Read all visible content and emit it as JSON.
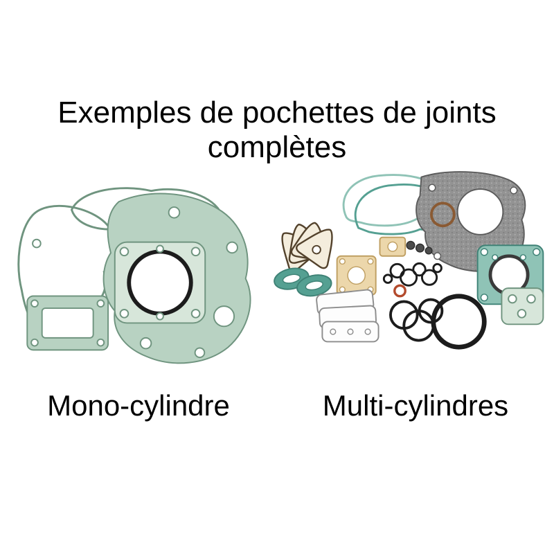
{
  "title": {
    "line1": "Exemples de pochettes de joints",
    "line2": "complètes"
  },
  "figures": {
    "mono": {
      "label": "Mono-cylindre"
    },
    "multi": {
      "label": "Multi-cylindres"
    }
  },
  "colors": {
    "background": "#ffffff",
    "text": "#000000",
    "gasket_sage": "#b8d2c2",
    "gasket_sage_light": "#d7e6da",
    "gasket_outline": "#6f947f",
    "gasket_teal": "#55a092",
    "gasket_teal_light": "#8fc3b6",
    "gasket_teal_dark": "#3f8276",
    "gasket_grey": "#939393",
    "gasket_grey_dark": "#5b5b5b",
    "gasket_tan": "#ecd7ab",
    "gasket_tan_dark": "#bf9f62",
    "gasket_cream": "#f4eddd",
    "gasket_brown": "#53422c",
    "oring_black": "#1c1c1c",
    "ring_red": "#b34a2c",
    "ring_brown": "#8a5a33"
  }
}
